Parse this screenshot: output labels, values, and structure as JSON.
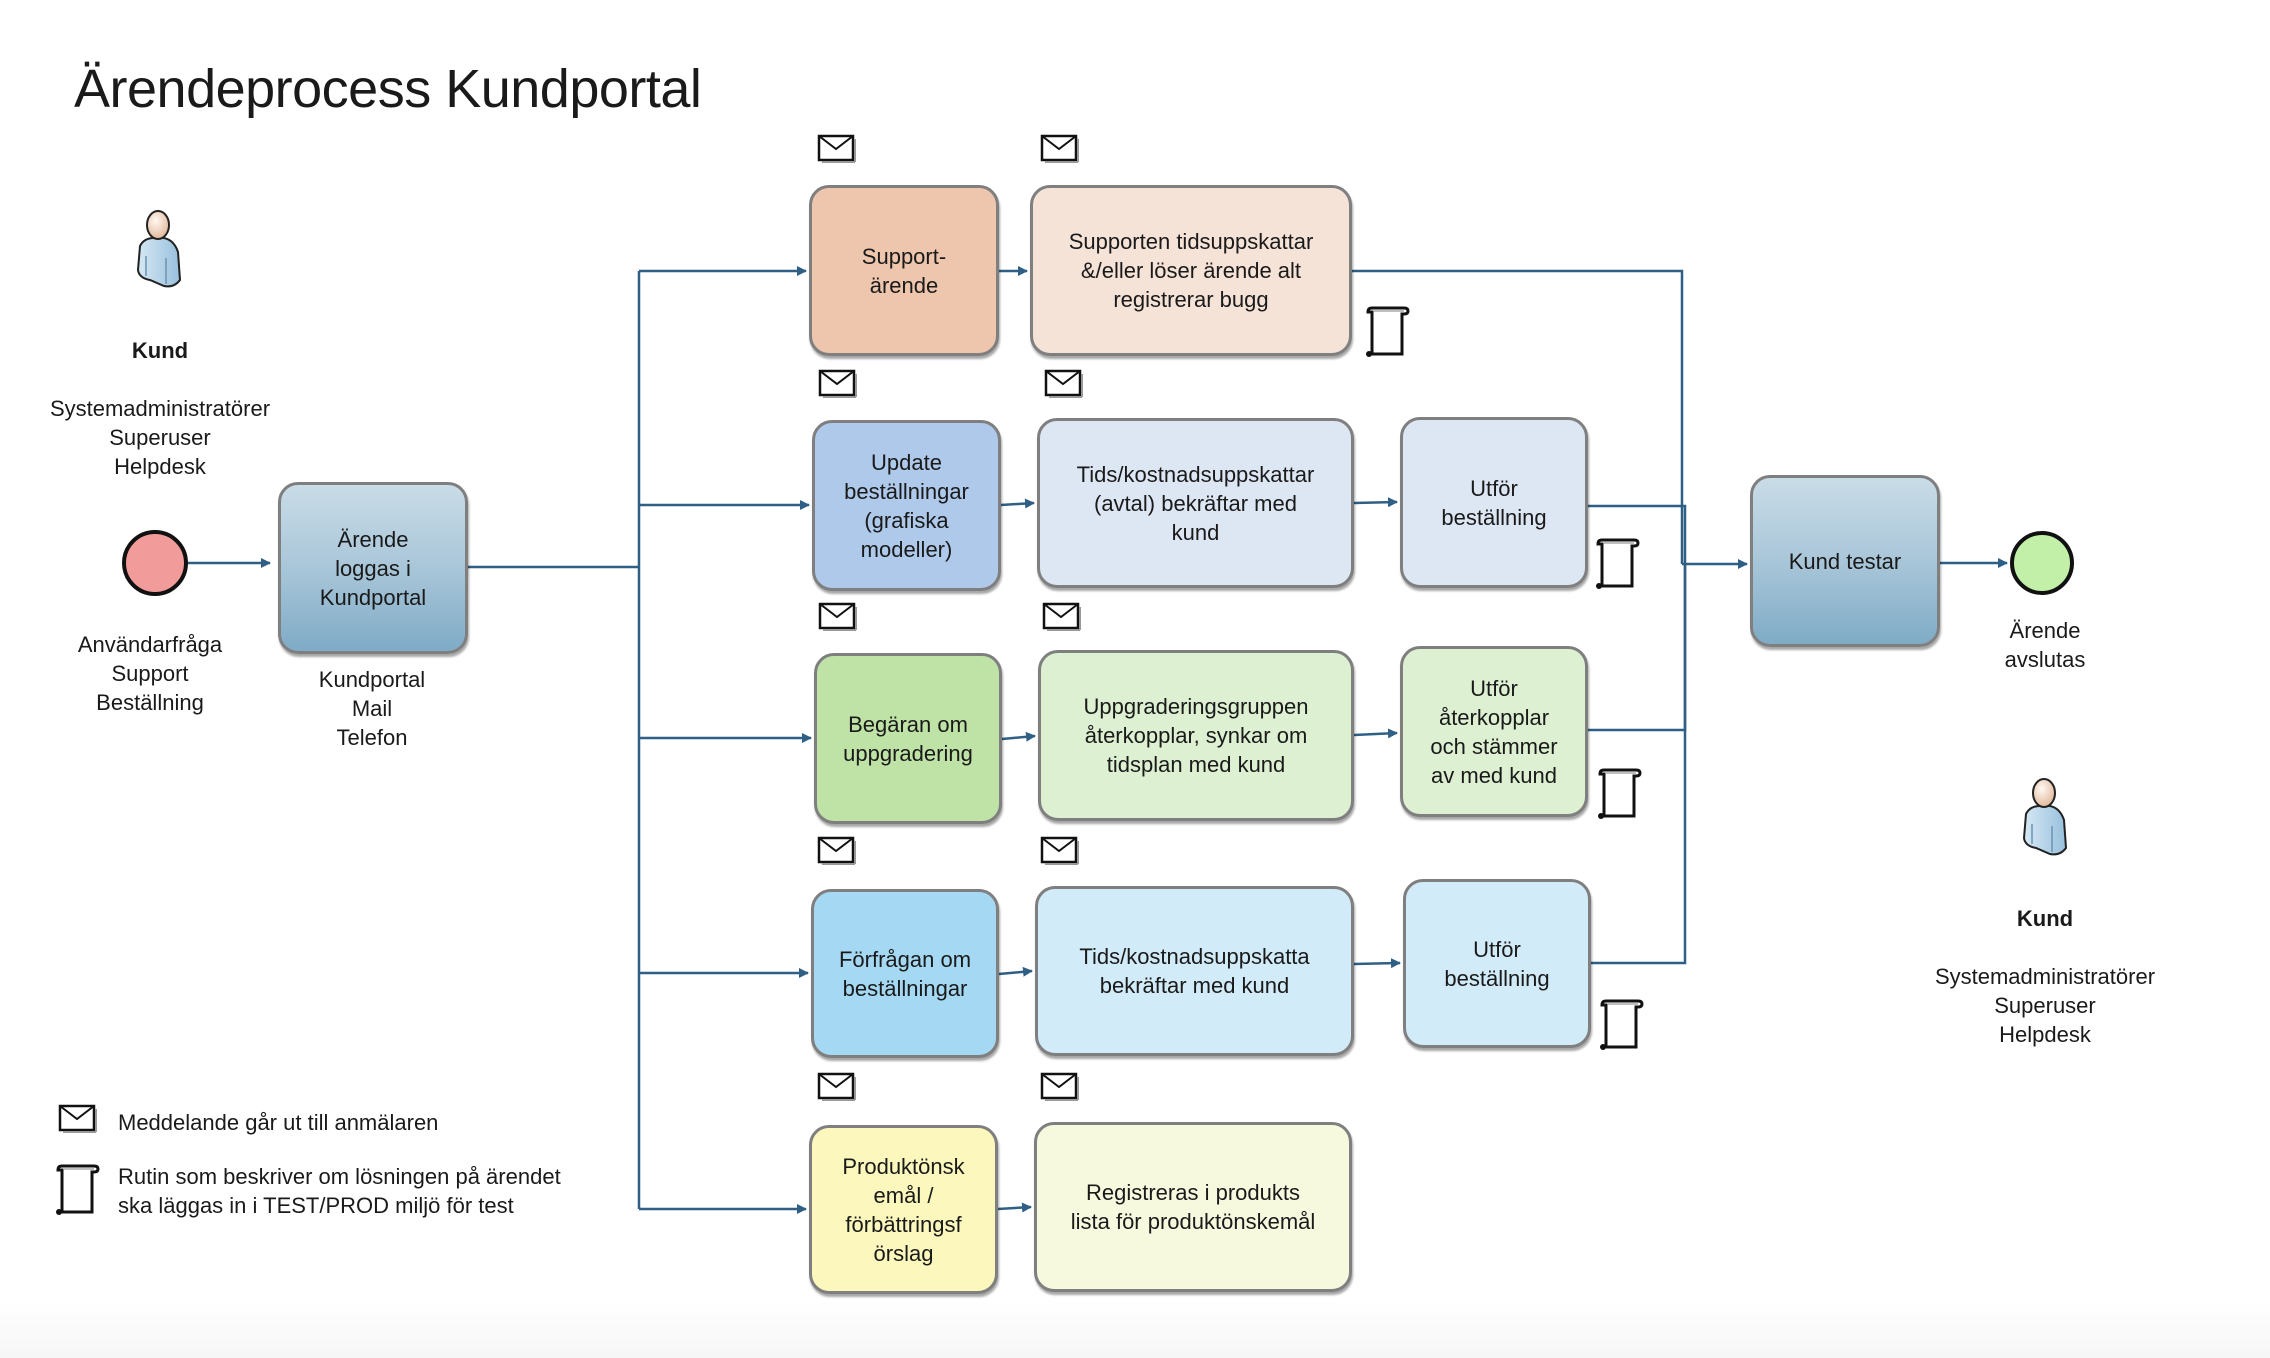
{
  "title": "Ärendeprocess Kundportal",
  "actor_left": {
    "icon": "person-icon",
    "name": "Kund",
    "roles": "Systemadministratörer\nSuperuser\nHelpdesk"
  },
  "actor_right": {
    "icon": "person-icon",
    "name": "Kund",
    "roles": "Systemadministratörer\nSuperuser\nHelpdesk"
  },
  "start_event": {
    "label": "Användarfråga\nSupport\nBeställning",
    "color": "#f19c9a"
  },
  "intake": {
    "label": "Ärende\nloggas i\nKundportal",
    "channels": "Kundportal\nMail\nTelefon"
  },
  "rows": [
    {
      "type": {
        "label": "Support-\närende",
        "color": "#edc6ad"
      },
      "step": {
        "label": "Supporten tidsuppskattar\n&/eller löser ärende alt\nregistrerar bugg",
        "color": "#f6e3d8"
      },
      "execute": null
    },
    {
      "type": {
        "label": "Update\nbeställningar\n(grafiska\nmodeller)",
        "color": "#aec9ea"
      },
      "step": {
        "label": "Tids/kostnadsuppskattar\n(avtal) bekräftar med\nkund",
        "color": "#dde7f4"
      },
      "execute": {
        "label": "Utför\nbeställning",
        "color": "#dde7f4"
      }
    },
    {
      "type": {
        "label": "Begäran om\nuppgradering",
        "color": "#bfe2a6"
      },
      "step": {
        "label": "Uppgraderingsgruppen\nåterkopplar, synkar om\ntidsplan med kund",
        "color": "#ddf0d2"
      },
      "execute": {
        "label": "Utför\nåterkopplar\noch stämmer\nav med kund",
        "color": "#ddf0d2"
      }
    },
    {
      "type": {
        "label": "Förfrågan om\nbeställningar",
        "color": "#a5d9f3"
      },
      "step": {
        "label": "Tids/kostnadsuppskatta\nbekräftar med kund",
        "color": "#d2ebf8"
      },
      "execute": {
        "label": "Utför\nbeställning",
        "color": "#d2ebf8"
      }
    },
    {
      "type": {
        "label": "Produktönsk\nemål /\nförbättringsf\nörslag",
        "color": "#fbf7bd"
      },
      "step": {
        "label": "Registreras i produkts\nlista för produktönskemål",
        "color": "#f7f9df"
      },
      "execute": null
    }
  ],
  "test": {
    "label": "Kund testar"
  },
  "end_event": {
    "label": "Ärende\navslutas",
    "color": "#c3f0a8"
  },
  "legend": [
    {
      "icon": "envelope-icon",
      "text": "Meddelande går ut till anmälaren"
    },
    {
      "icon": "scroll-icon",
      "text": "Rutin som beskriver om lösningen på ärendet\nska läggas in i TEST/PROD miljö för test"
    }
  ],
  "colors": {
    "connector": "#2f5f85",
    "box_border": "#7f7f7f"
  }
}
